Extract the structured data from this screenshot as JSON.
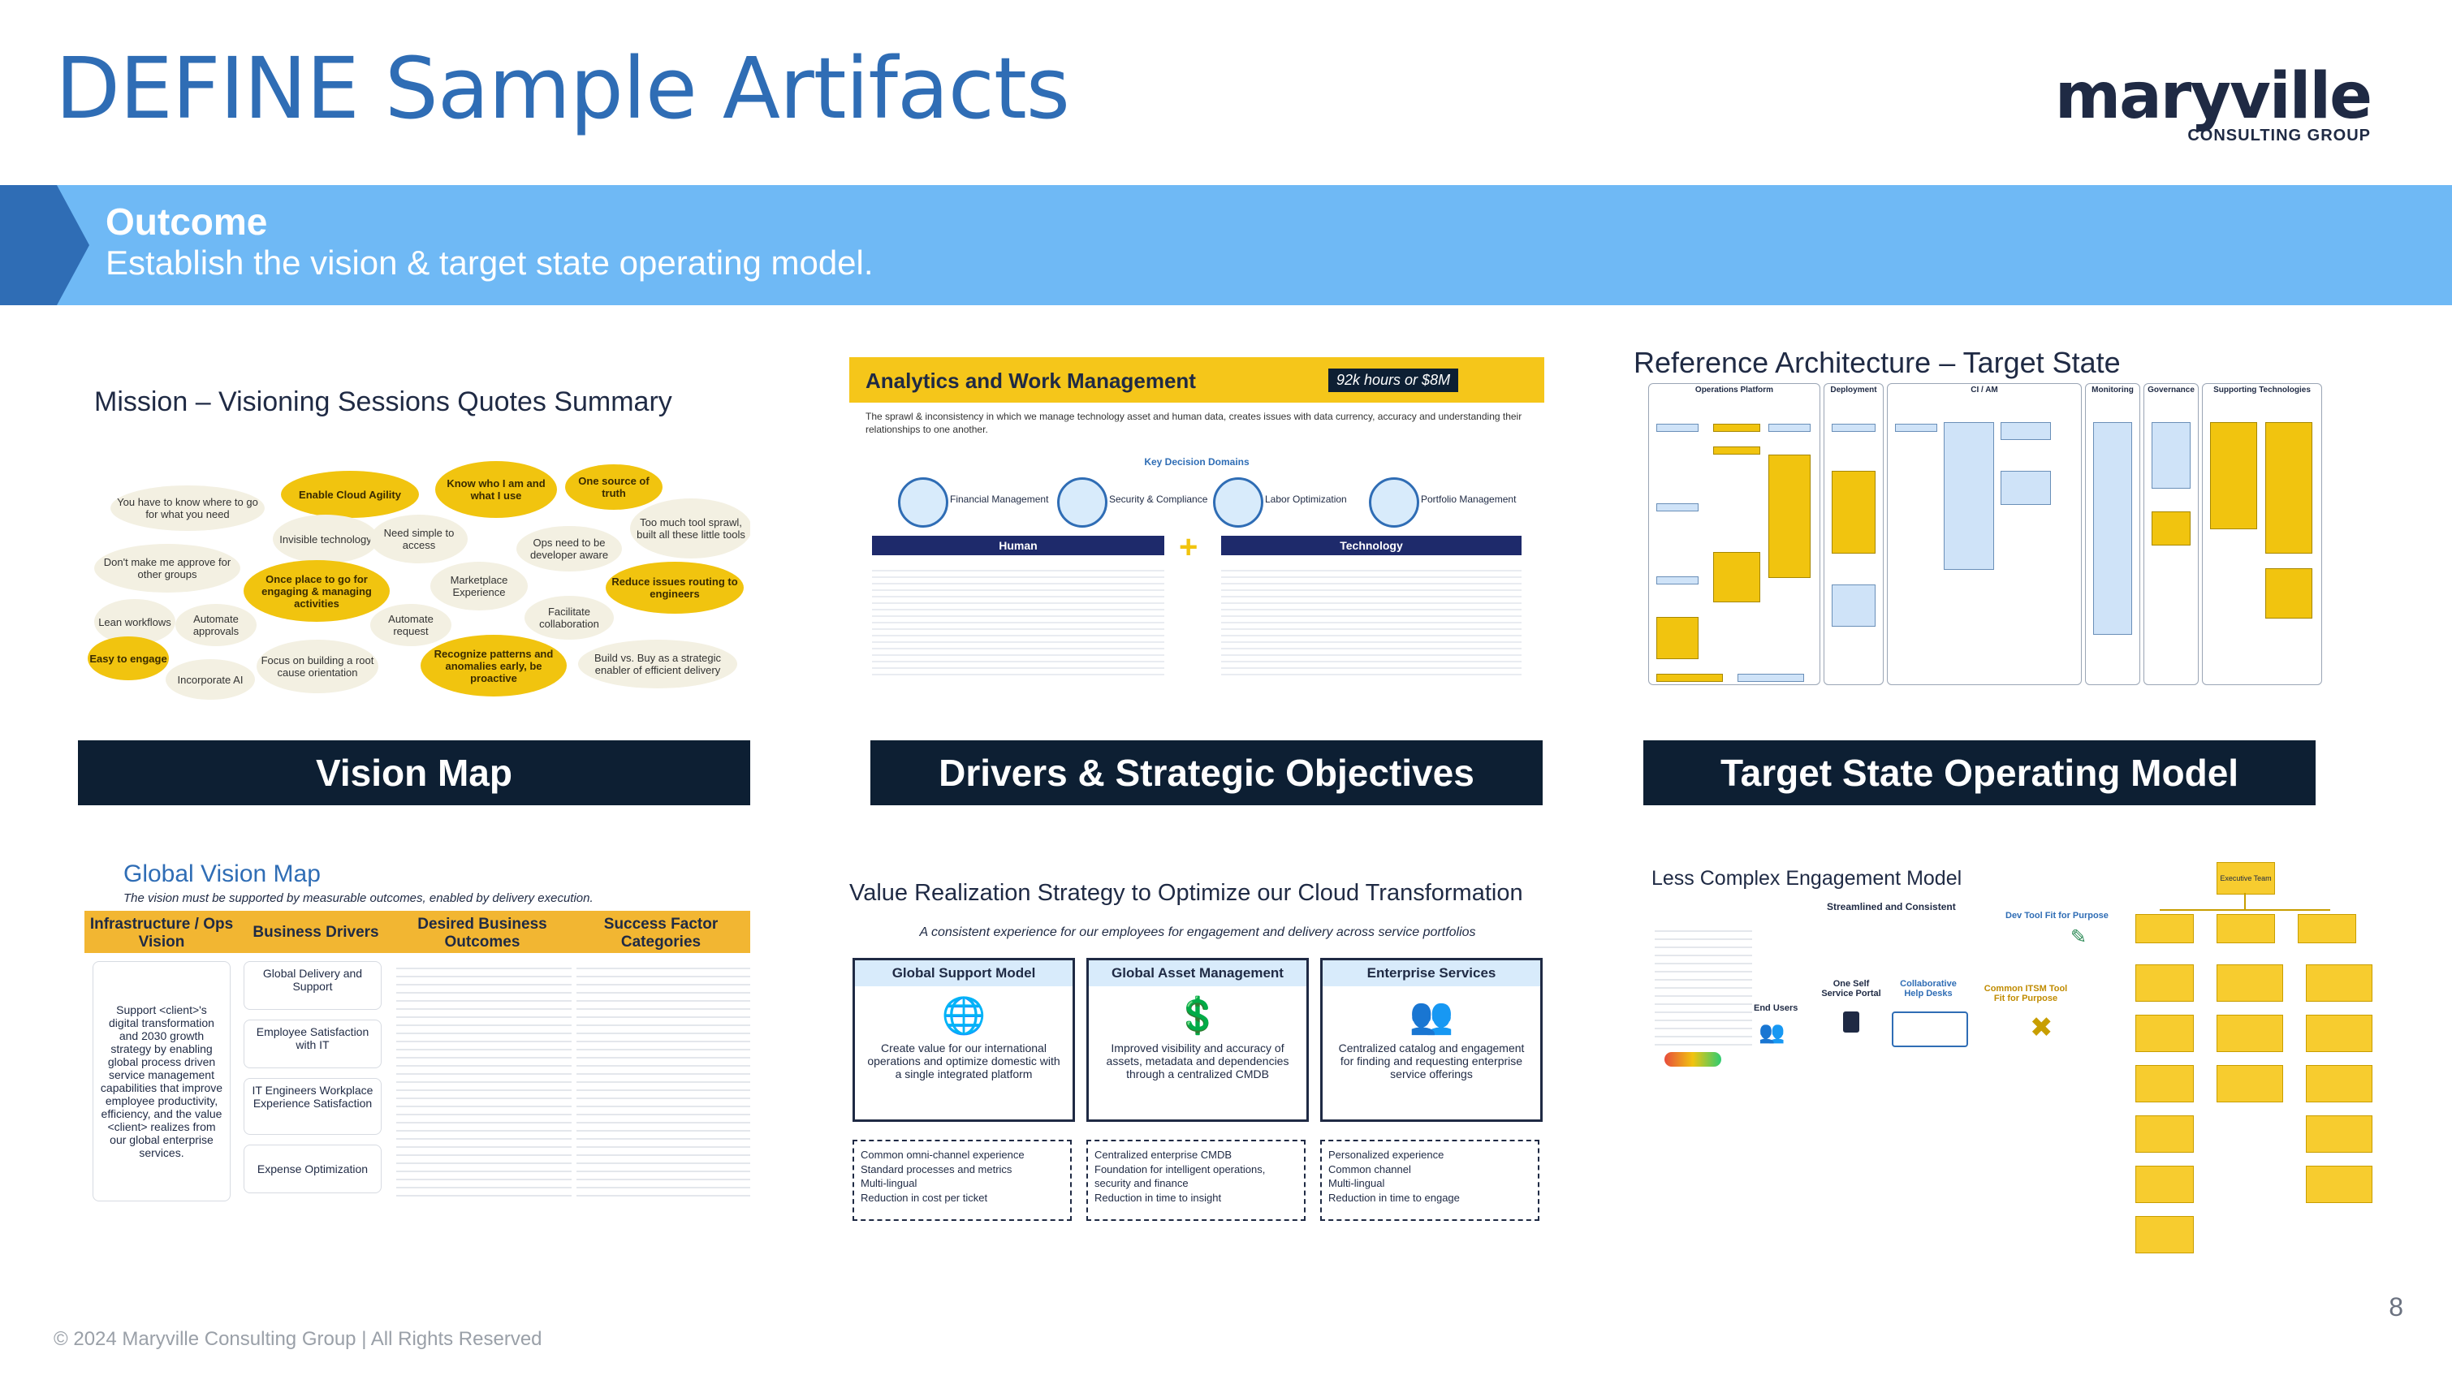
{
  "header": {
    "title": "DEFINE Sample Artifacts"
  },
  "logo": {
    "word": "maryville",
    "sub": "CONSULTING GROUP"
  },
  "banner": {
    "heading": "Outcome",
    "subtitle": "Establish the vision & target state operating model."
  },
  "labels": {
    "vision_map": "Vision Map",
    "drivers": "Drivers & Strategic Objectives",
    "target_state": "Target State Operating Model"
  },
  "thumb1": {
    "title": "Mission – Visioning Sessions Quotes Summary",
    "quotes": [
      "You have to know where to go for what you need",
      "Enable Cloud Agility",
      "Know who I am and what I use",
      "One source of truth",
      "Invisible technology",
      "Need simple to access",
      "Too much tool sprawl, built all these little tools",
      "Don't make me approve for other groups",
      "Once place to go for engaging & managing activities",
      "Ops need to be developer aware",
      "Marketplace Experience",
      "Reduce issues routing to engineers",
      "Lean workflows",
      "Automate approvals",
      "Automate request",
      "Facilitate collaboration",
      "Easy to engage",
      "Focus on building a root cause orientation",
      "Recognize patterns and anomalies early, be proactive",
      "Build vs. Buy as a strategic enabler of efficient delivery",
      "Incorporate AI"
    ]
  },
  "thumb2": {
    "title": "Analytics and Work Management",
    "badge": "92k hours or $8M",
    "domains_title": "Key Decision Domains",
    "domains": [
      "Financial Management",
      "Security & Compliance",
      "Labor Optimization",
      "Portfolio Management"
    ],
    "human": "Human",
    "technology": "Technology",
    "intro": "The sprawl & inconsistency in which we manage technology asset and human data, creates issues with data currency, accuracy and understanding their relationships to one another."
  },
  "thumb3": {
    "title": "Reference Architecture – Target State",
    "columns": [
      "Operations Platform",
      "Deployment",
      "CI / AM",
      "Monitoring",
      "Governance",
      "Supporting Technologies"
    ]
  },
  "thumb4": {
    "title": "Global Vision Map",
    "subtitle": "The vision must be supported by measurable outcomes, enabled by delivery execution.",
    "headers": [
      "Infrastructure / Ops Vision",
      "Business Drivers",
      "Desired Business Outcomes",
      "Success Factor Categories"
    ],
    "vision": "Support <client>'s digital transformation and 2030 growth strategy by enabling global process driven service management capabilities that improve employee productivity, efficiency, and the value <client> realizes from our global enterprise services.",
    "drivers": [
      "Global Delivery and Support",
      "Employee Satisfaction with IT",
      "IT Engineers Workplace Experience Satisfaction",
      "Expense Optimization"
    ]
  },
  "thumb5": {
    "title": "Value Realization Strategy to Optimize our Cloud Transformation",
    "subtitle": "A consistent experience for our employees for engagement and delivery across service portfolios",
    "cards": [
      {
        "head": "Global Support Model",
        "body": "Create value for our international operations and optimize domestic with a single integrated platform",
        "items": "Common omni-channel experience\nStandard processes and metrics\nMulti-lingual\nReduction in cost per ticket"
      },
      {
        "head": "Global Asset Management",
        "body": "Improved visibility and accuracy of assets, metadata and dependencies through a centralized CMDB",
        "items": "Centralized enterprise CMDB\nFoundation for intelligent operations, security and finance\nReduction in time to insight"
      },
      {
        "head": "Enterprise Services",
        "body": "Centralized catalog and engagement for finding and requesting enterprise service offerings",
        "items": "Personalized experience\nCommon channel\nMulti-lingual\nReduction in time to engage"
      }
    ]
  },
  "thumb6": {
    "title": "Less Complex Engagement Model",
    "streamlined": "Streamlined and Consistent",
    "dev_tool": "Dev Tool Fit for Purpose",
    "self_service": "One Self Service Portal",
    "help_desks": "Collaborative Help Desks",
    "itsm_tool": "Common ITSM Tool Fit for Purpose",
    "end_users": "End Users",
    "exec_team": "Executive Team"
  },
  "footer": {
    "copyright": "© 2024 Maryville Consulting Group   |   All Rights Reserved",
    "page": "8"
  },
  "colors": {
    "title_blue": "#2f6db5",
    "banner_blue": "#6fb9f5",
    "navy": "#0d1f33",
    "gold": "#f1c40f"
  }
}
